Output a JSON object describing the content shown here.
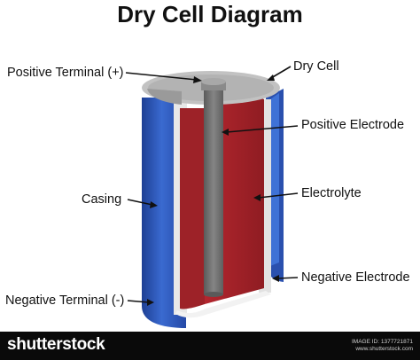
{
  "title": "Dry Cell Diagram",
  "labels": {
    "positive_terminal": "Positive Terminal (+)",
    "dry_cell": "Dry Cell",
    "positive_electrode": "Positive Electrode",
    "casing": "Casing",
    "electrolyte": "Electrolyte",
    "negative_electrode": "Negative Electrode",
    "negative_terminal": "Negative Terminal (-)"
  },
  "footer": {
    "brand": "shutterstock",
    "image_id_label": "IMAGE ID: 1377721871",
    "site": "www.shutterstock.com"
  },
  "colors": {
    "casing_blue": "#2d57b8",
    "electrolyte_red": "#a3232a",
    "electrode_gray": "#6f6f6f",
    "top_gray": "#b9b9b9",
    "footer_black": "#0a0a0a"
  }
}
